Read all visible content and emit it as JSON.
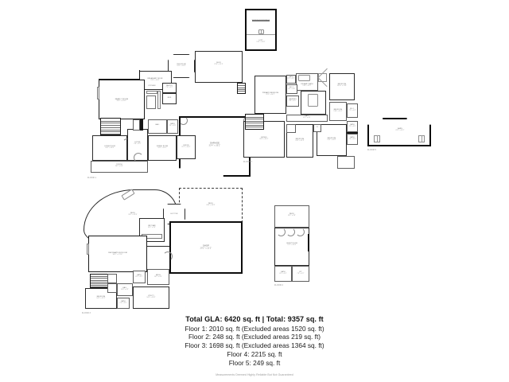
{
  "document": {
    "type": "multi-floor-plan-sheet",
    "background": "#ffffff",
    "wall_color": "#141414",
    "label_color": "#6a6a6a"
  },
  "summary": {
    "total_line": "Total GLA: 6420 sq. ft  |  Total: 9357 sq. ft",
    "floor_lines": [
      "Floor 1: 2010 sq. ft (Excluded areas 1520 sq. ft)",
      "Floor 2: 248 sq. ft (Excluded areas 219 sq. ft)",
      "Floor 3: 1698 sq. ft (Excluded areas 1364 sq. ft)",
      "Floor 4: 2215 sq. ft",
      "Floor 5: 249 sq. ft"
    ],
    "disclaimer": "Measurements Deemed Highly Reliable But Not Guaranteed"
  },
  "plans": {
    "detached_top": {
      "floor_label": "FLOOR 2",
      "rooms": [
        {
          "name": "WORKSHOP/STORAGE",
          "dim": ""
        },
        {
          "name": "LOFT",
          "dim": "13'2\" x 11'8\""
        }
      ]
    },
    "main_floor": {
      "floor_label": "FLOOR 1",
      "rooms": [
        {
          "name": "SUN ROOM",
          "dim": "13'2\" x 12'8\""
        },
        {
          "name": "DECK",
          "dim": "21'8\" x 15'4\""
        },
        {
          "name": "BREAKFAST ROOM",
          "dim": "13'4\" x 10'8\""
        },
        {
          "name": "FAMILY ROOM",
          "dim": "20'2\" x 19'2\""
        },
        {
          "name": "PANTRY",
          "dim": "7'6\" x 5'2\""
        },
        {
          "name": "KITCHEN",
          "dim": ""
        },
        {
          "name": "MUD",
          "dim": ""
        },
        {
          "name": "BATH",
          "dim": "5'8\" x 5'0\""
        },
        {
          "name": "GARAGE",
          "dim": "33'4\" x 30'2\""
        },
        {
          "name": "LIVING ROOM",
          "dim": "16'2\" x 13'8\""
        },
        {
          "name": "FOYER",
          "dim": "9'8\" x 9'2\""
        },
        {
          "name": "DINING ROOM",
          "dim": "14'2\" x 13'4\""
        },
        {
          "name": "OFFICE",
          "dim": "11'2\" x 10'4\""
        },
        {
          "name": "PORCH",
          "dim": "26'2\" x 6'4\""
        },
        {
          "name": "HALL",
          "dim": ""
        },
        {
          "name": "CL",
          "dim": ""
        }
      ]
    },
    "upper_floor": {
      "floor_label": "FLOOR 4",
      "rooms": [
        {
          "name": "PRIMARY BEDROOM",
          "dim": "19'2\" x 16'2\""
        },
        {
          "name": "PRIMARY BATH",
          "dim": "13'8\" x 11'2\""
        },
        {
          "name": "BEDROOM",
          "dim": "13'10\" x 12'8\""
        },
        {
          "name": "BEDROOM",
          "dim": "14'2\" x 12'2\""
        },
        {
          "name": "BEDROOM",
          "dim": "13'2\" x 12'4\""
        },
        {
          "name": "BEDROOM",
          "dim": "13'2\" x 11'8\""
        },
        {
          "name": "BEDROOM",
          "dim": "13'8\" x 11'4\""
        },
        {
          "name": "BONUS",
          "dim": "20'2\" x 14'2\""
        },
        {
          "name": "HALL",
          "dim": "22'2\" x 4'2\""
        },
        {
          "name": "LAUNDRY",
          "dim": "8'8\" x 6'2\""
        },
        {
          "name": "BATH",
          "dim": "9'2\" x 5'2\""
        },
        {
          "name": "BATH",
          "dim": "8'2\" x 5'0\""
        },
        {
          "name": "BATH",
          "dim": "7'8\" x 5'0\""
        },
        {
          "name": "W.I.C.",
          "dim": "8'2\" x 6'8\""
        },
        {
          "name": "W.I.C.",
          "dim": "7'2\" x 5'4\""
        },
        {
          "name": "CL",
          "dim": ""
        }
      ]
    },
    "outbuilding": {
      "floor_label": "FLOOR 5",
      "rooms": [
        {
          "name": "BARN",
          "dim": "22'2\" x 11'2\""
        }
      ]
    },
    "lower_floor": {
      "floor_label": "FLOOR 3",
      "rooms": [
        {
          "name": "PATIO",
          "dim": "32'2\" x 22'8\""
        },
        {
          "name": "PATIO",
          "dim": "24'4\" x 16'8\""
        },
        {
          "name": "HOT TUB",
          "dim": ""
        },
        {
          "name": "WET BAR",
          "dim": "13'2\" x 9'4\""
        },
        {
          "name": "RECREATION ROOM",
          "dim": "30'2\" x 21'4\""
        },
        {
          "name": "SHOP",
          "dim": "29'2\" x 21'2\""
        },
        {
          "name": "BEDROOM",
          "dim": "14'2\" x 12'2\""
        },
        {
          "name": "HALL",
          "dim": "14'8\" x 4'2\""
        },
        {
          "name": "UTILITY",
          "dim": "16'2\" x 11'8\""
        },
        {
          "name": "BATH",
          "dim": "8'2\" x 5'2\""
        },
        {
          "name": "BATH",
          "dim": "7'4\" x 5'0\""
        },
        {
          "name": "MECH",
          "dim": "10'2\" x 6'4\""
        },
        {
          "name": "W.I.C.",
          "dim": ""
        },
        {
          "name": "STOR",
          "dim": ""
        }
      ]
    },
    "unit_bottom": {
      "floor_label": "FLOOR 2",
      "rooms": [
        {
          "name": "PATIO",
          "dim": "18'2\" x 9'8\""
        },
        {
          "name": "GUEST ROOM",
          "dim": "17'2\" x 12'8\""
        },
        {
          "name": "BATH",
          "dim": "8'2\" x 5'4\""
        },
        {
          "name": "KIT",
          "dim": "7'8\" x 5'2\""
        }
      ]
    }
  }
}
